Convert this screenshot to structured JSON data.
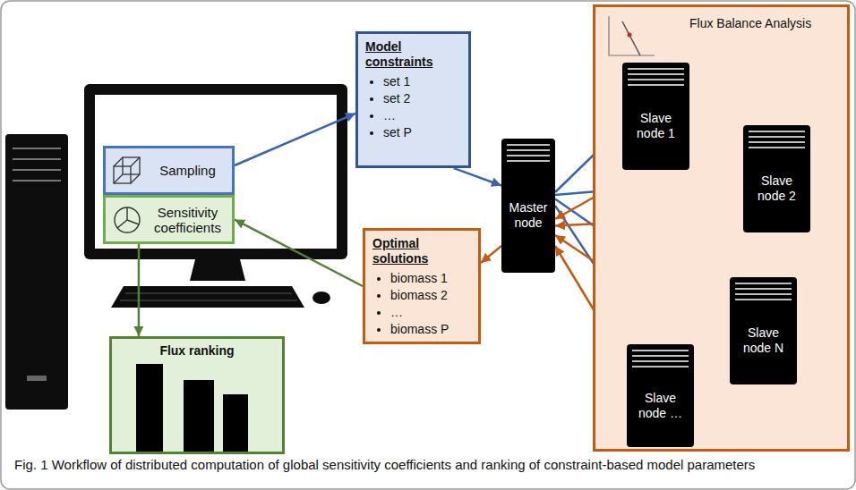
{
  "diagram": {
    "caption": "Fig. 1 Workflow of distributed computation of global sensitivity coefficients and ranking of constraint-based model parameters",
    "nodes": [
      {
        "text": [
          "Sampling"
        ]
      },
      {
        "text": [
          "Sensitivity coefficients"
        ]
      },
      {
        "text": [
          "Model constraints",
          "set 1",
          "set 2",
          "…",
          "set P"
        ]
      },
      {
        "text": [
          "Master node"
        ]
      },
      {
        "text": [
          "Flux Balance Analysis"
        ]
      },
      {
        "text": [
          "Slave node 1"
        ],
        "in": 4
      },
      {
        "text": [
          "Slave node 2"
        ],
        "in": 4
      },
      {
        "text": [
          "Slave node N"
        ],
        "in": 4
      },
      {
        "text": [
          "Slave node …"
        ],
        "in": 4
      },
      {
        "text": [
          "Optimal solutions",
          "biomass 1",
          "biomass 2",
          "…",
          "biomass P"
        ]
      },
      {
        "text": [
          "Flux ranking"
        ]
      }
    ],
    "edges": [
      {
        "from": 0,
        "to": 2,
        "arrow": "to"
      },
      {
        "from": 2,
        "to": 3,
        "arrow": "to"
      },
      {
        "from": 3,
        "to": 5,
        "arrow": "to"
      },
      {
        "from": 3,
        "to": 6,
        "arrow": "to"
      },
      {
        "from": 3,
        "to": 7,
        "arrow": "to"
      },
      {
        "from": 3,
        "to": 8,
        "arrow": "to"
      },
      {
        "from": 5,
        "to": 3,
        "arrow": "to"
      },
      {
        "from": 6,
        "to": 3,
        "arrow": "to"
      },
      {
        "from": 7,
        "to": 3,
        "arrow": "to"
      },
      {
        "from": 8,
        "to": 3,
        "arrow": "to"
      },
      {
        "from": 3,
        "to": 9,
        "arrow": "to"
      },
      {
        "from": 9,
        "to": 1,
        "arrow": "to"
      },
      {
        "from": 1,
        "to": 10,
        "arrow": "to"
      }
    ]
  }
}
